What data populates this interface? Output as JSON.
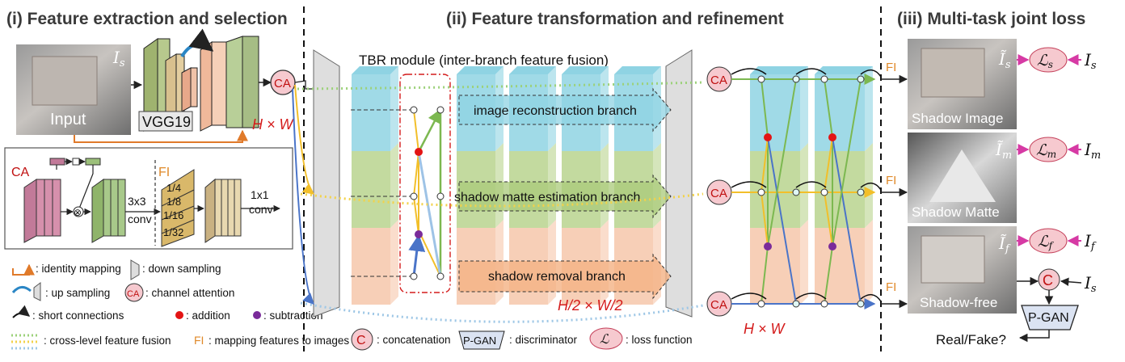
{
  "sections": {
    "s1": "(i) Feature extraction and selection",
    "s2": "(ii) Feature transformation and  refinement",
    "s3": "(iii) Multi-task joint loss"
  },
  "input": {
    "label": "Input",
    "symbol_main": "I",
    "symbol_sub": "s"
  },
  "vgg_label": "VGG19",
  "ca_label": "CA",
  "fi_label": "FI",
  "hw_label": "H × W",
  "hw2_label": "H/2 × W/2",
  "tbr_title": "TBR module (inter-branch feature fusion)",
  "branches": {
    "top": "image reconstruction branch",
    "mid": "shadow matte estimation branch",
    "bottom": "shadow removal branch"
  },
  "detail": {
    "ca": "CA",
    "fi": "FI",
    "conv3": "3x3",
    "conv3b": "conv",
    "conv1": "1x1",
    "conv1b": "conv",
    "otimes": "⊗",
    "scales": [
      "1/4",
      "1/8",
      "1/16",
      "1/32"
    ]
  },
  "outputs": [
    {
      "caption": "Shadow Image",
      "pred_main": "Ĩ",
      "pred_sub": "s",
      "loss_sub": "s",
      "gt_main": "I",
      "gt_sub": "s"
    },
    {
      "caption": "Shadow Matte",
      "pred_main": "Ĩ",
      "pred_sub": "m",
      "loss_sub": "m",
      "gt_main": "I",
      "gt_sub": "m"
    },
    {
      "caption": "Shadow-free",
      "pred_main": "Ĩ",
      "pred_sub": "f",
      "loss_sub": "f",
      "gt_main": "I",
      "gt_sub": "f"
    }
  ],
  "loss_main": "ℒ",
  "concat_label": "C",
  "concat_gt_main": "I",
  "concat_gt_sub": "s",
  "pgan_label": "P-GAN",
  "realfake_label": "Real/Fake?",
  "legend": [
    {
      "key": "identity",
      "text": ": identity mapping"
    },
    {
      "key": "down",
      "text": ": down sampling"
    },
    {
      "key": "up",
      "text": ": up sampling"
    },
    {
      "key": "ca",
      "text": ": channel attention"
    },
    {
      "key": "short",
      "text": ": short connections"
    },
    {
      "key": "add",
      "text": ": addition"
    },
    {
      "key": "sub",
      "text": ": subtraction"
    },
    {
      "key": "cross",
      "text": ": cross-level feature fusion"
    },
    {
      "key": "fi",
      "text": ": mapping features to images"
    },
    {
      "key": "concat",
      "text": ": concatenation"
    },
    {
      "key": "pgan",
      "text": ": discriminator"
    },
    {
      "key": "loss",
      "text": ": loss function"
    }
  ],
  "legend_symbols": {
    "ca": "CA",
    "fi": "FI",
    "concat": "C",
    "pgan": "P-GAN",
    "loss": "ℒ"
  },
  "colors": {
    "cyan": "#8fd3e3",
    "green": "#b9d48e",
    "salmon": "#f6c7aa",
    "red": "#d41c1c",
    "purple": "#7a2b9a",
    "blue": "#4a74c8",
    "yellow": "#f2bf2a",
    "greenArrow": "#7cb850",
    "loss": "#f6c9cf"
  }
}
